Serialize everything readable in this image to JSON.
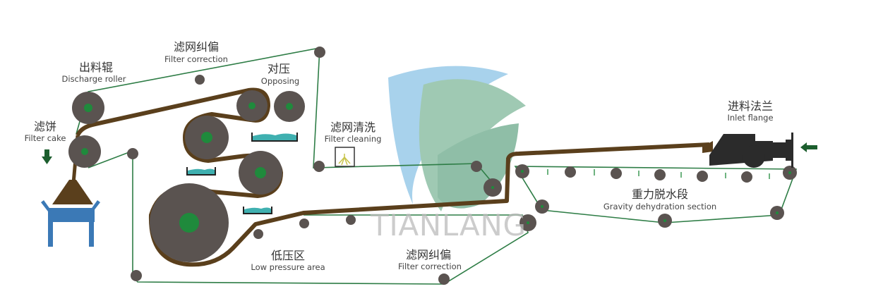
{
  "labels": {
    "discharge_roller": {
      "zh": "出料辊",
      "en": "Discharge roller"
    },
    "filter_correction_top": {
      "zh": "滤网纠偏",
      "en": "Filter correction"
    },
    "opposing": {
      "zh": "对压",
      "en": "Opposing"
    },
    "filter_cake": {
      "zh": "滤饼",
      "en": "Filter cake"
    },
    "filter_cleaning": {
      "zh": "滤网清洗",
      "en": "Filter cleaning"
    },
    "inlet_flange": {
      "zh": "进料法兰",
      "en": "Inlet flange"
    },
    "gravity_section": {
      "zh": "重力脱水段",
      "en": "Gravity dehydration section"
    },
    "low_pressure": {
      "zh": "低压区",
      "en": "Low pressure area"
    },
    "filter_correction_bottom": {
      "zh": "滤网纠偏",
      "en": "Filter correction"
    }
  },
  "watermark": "TIANLANG",
  "colors": {
    "roller": "#5a5350",
    "hub": "#1f8a3c",
    "belt": "#2e7d46",
    "cake": "#5a3f1c",
    "bin": "#3b79b6",
    "water": "#3fb0b0",
    "arrow": "#1c5e2e"
  }
}
